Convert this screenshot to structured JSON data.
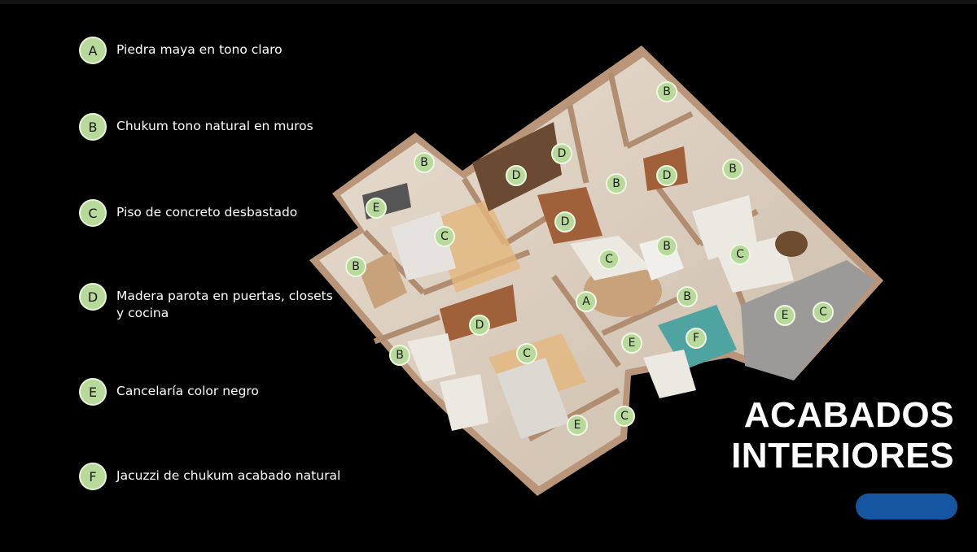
{
  "legend": [
    {
      "letter": "A",
      "text": "Piedra maya en tono claro"
    },
    {
      "letter": "B",
      "text": "Chukum tono natural en muros"
    },
    {
      "letter": "C",
      "text": "Piso de concreto desbastado"
    },
    {
      "letter": "D",
      "text": "Madera parota en puertas, closets\ny cocina"
    },
    {
      "letter": "E",
      "text": "Cancelaría color negro"
    },
    {
      "letter": "F",
      "text": "Jacuzzi de chukum acabado natural"
    }
  ],
  "title": {
    "line1": "ACABADOS",
    "line2": "INTERIORES"
  },
  "markers": [
    "B",
    "B",
    "E",
    "C",
    "D",
    "D",
    "D",
    "B",
    "D",
    "B",
    "B",
    "C",
    "C",
    "B",
    "A",
    "B",
    "D",
    "C",
    "C",
    "E",
    "E",
    "B",
    "F",
    "E",
    "C"
  ],
  "colors": {
    "badge": "#b7d99a",
    "accent_bar": "#1556a0",
    "background": "#000000"
  }
}
